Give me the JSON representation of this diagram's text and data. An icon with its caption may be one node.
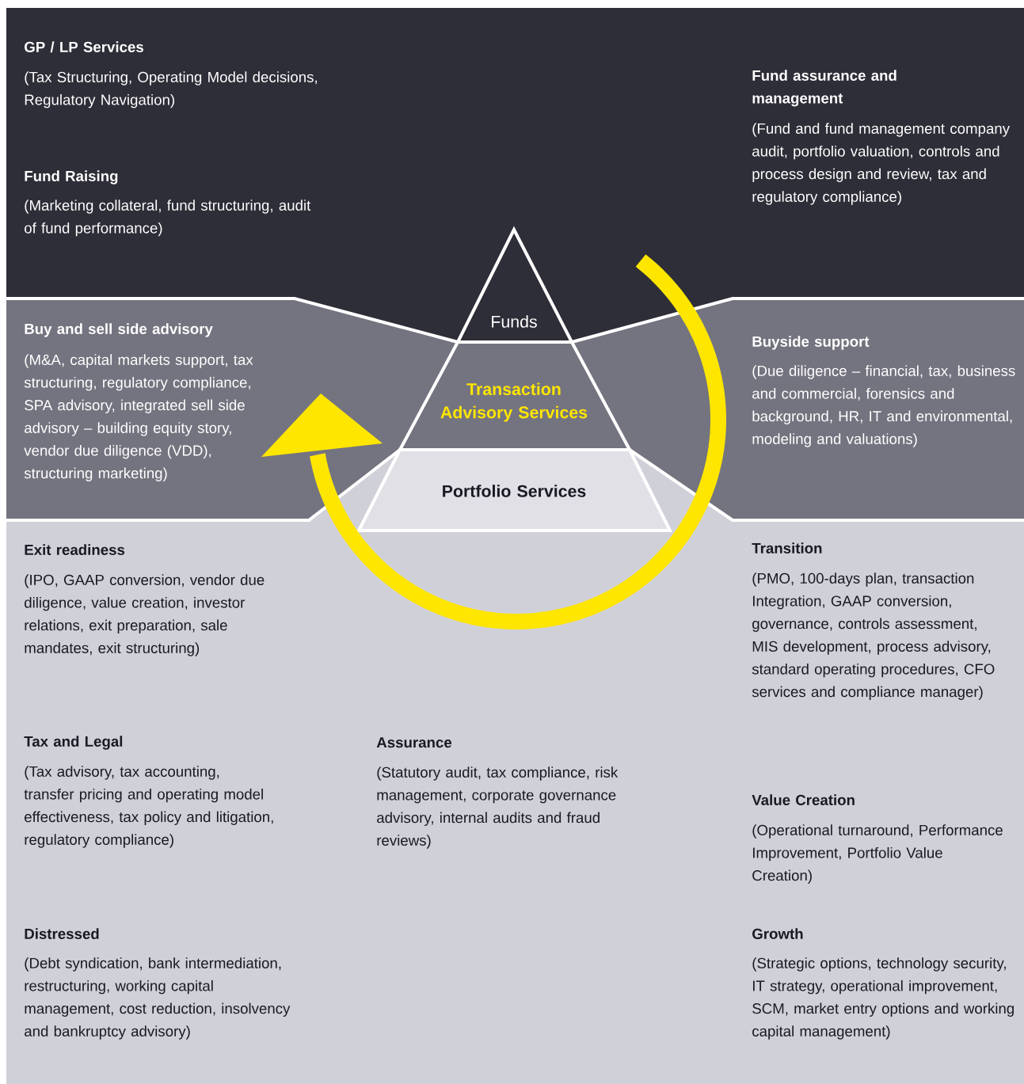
{
  "diagram": {
    "nodes": [
      {
        "text": [
          "Funds"
        ]
      },
      {
        "text": [
          "Transaction Advisory Services"
        ]
      },
      {
        "text": [
          "Portfolio Services"
        ]
      }
    ],
    "labels": [
      "GP / LP Services",
      "(Tax Structuring, Operating Model decisions, Regulatory Navigation)",
      "Fund Raising",
      "(Marketing collateral, fund structuring, audit of fund performance)",
      "Fund assurance and management",
      "(Fund and fund management company audit, portfolio valuation, controls and process design and review, tax and regulatory compliance)",
      "Buy and sell side advisory",
      "(M&A, capital markets support, tax structuring, regulatory compliance, SPA advisory, integrated sell side advisory – building equity story, vendor due diligence (VDD), structuring marketing)",
      "Buyside support",
      "(Due diligence – financial, tax, business and commercial, forensics and background, HR, IT and environmental, modeling and valuations)",
      "Exit readiness",
      "(IPO, GAAP conversion, vendor due diligence, value creation, investor relations, exit preparation, sale mandates, exit structuring)",
      "Transition",
      "(PMO, 100-days plan, transaction Integration, GAAP conversion, governance, controls assessment, MIS development, process advisory, standard operating procedures, CFO services and compliance manager)",
      "Tax and Legal",
      "(Tax advisory, tax accounting, transfer pricing and operating model effectiveness, tax policy and litigation, regulatory compliance)",
      "Assurance",
      "(Statutory audit, tax compliance, risk management, corporate governance advisory, internal audits and fraud reviews)",
      "Value Creation",
      "(Operational turnaround, Performance Improvement, Portfolio Value Creation)",
      "Distressed",
      "(Debt syndication, bank intermediation, restructuring, working capital management, cost reduction, insolvency and bankruptcy advisory)",
      "Growth",
      "(Strategic options, technology security, IT strategy, operational improvement, SCM, market entry options and working capital management)"
    ]
  }
}
